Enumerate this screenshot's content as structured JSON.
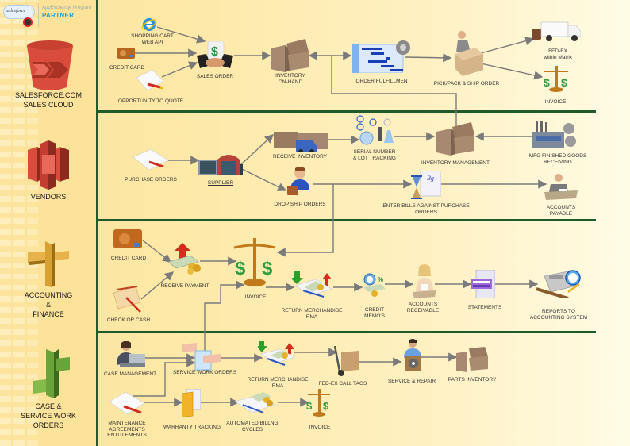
{
  "header": {
    "brand": "salesforce",
    "program": "AppExchange Program",
    "partner": "PARTNER"
  },
  "colors": {
    "lane_border": "#1f5b2a",
    "arrow": "#7a7a7a",
    "partner_blue": "#19a2d8",
    "sales_icon": "#d94c3c",
    "vendors_icon": "#d94c3c",
    "finance_icon": "#d9a032",
    "service_icon": "#6aa33a"
  },
  "lanes": [
    {
      "label_lines": [
        "SALESFORCE.COM",
        "SALES CLOUD"
      ],
      "icon": "bucket-arrows-icon"
    },
    {
      "label_lines": [
        "VENDORS"
      ],
      "icon": "storage-blocks-icon"
    },
    {
      "label_lines": [
        "ACCOUNTING",
        "&",
        "FINANCE"
      ],
      "icon": "signpost-icon"
    },
    {
      "label_lines": [
        "CASE &",
        "SERVICE WORK",
        "ORDERS"
      ],
      "icon": "branching-blocks-icon"
    }
  ],
  "nodes": {
    "shopping_cart": {
      "label": "SHOPPING CART\nWEB API",
      "icon": "internet-explorer-icon"
    },
    "credit_card_sales": {
      "label": "CREDIT CARD",
      "icon": "credit-card-icon"
    },
    "opportunity": {
      "label": "OPPORTUNITY TO QUOTE",
      "icon": "document-pen-icon"
    },
    "sales_order": {
      "label": "SALES ORDER",
      "icon": "handshake-dollar-icon"
    },
    "inventory_on_hand": {
      "label": "INVENTORY\nON-HAND",
      "icon": "boxes-icon"
    },
    "order_fulfillment": {
      "label": "ORDER FULFILLMENT",
      "icon": "gantt-gear-icon"
    },
    "pick_pack": {
      "label": "PICK/PACK & SHIP ORDER",
      "icon": "packer-box-icon"
    },
    "fedex_truck": {
      "label": "FED-EX\nwithin Matrix",
      "icon": "delivery-truck-icon"
    },
    "invoice_sales": {
      "label": "INVOICE",
      "icon": "scales-dollar-icon"
    },
    "purchase_orders": {
      "label": "PURCHASE ORDERS",
      "icon": "document-pen-icon"
    },
    "supplier": {
      "label": "SUPPLIER",
      "icon": "warehouse-icon"
    },
    "receive_inventory": {
      "label": "RECEIVE INVENTORY",
      "icon": "truck-boxes-icon"
    },
    "serial_number": {
      "label": "SERIAL NUMBER\n& LOT TRACKING",
      "icon": "lab-molecule-icon"
    },
    "inventory_management": {
      "label": "INVENTORY MANAGEMENT",
      "icon": "boxes-icon"
    },
    "mfg_finished": {
      "label": "MFG FINISHED GOODS\nRECEIVING",
      "icon": "factory-gears-icon"
    },
    "drop_ship": {
      "label": "DROP SHIP ORDERS",
      "icon": "person-wallet-icon"
    },
    "enter_bills": {
      "label": "ENTER BILLS AGAINST PURCHASE\nORDERS",
      "icon": "hourglass-document-icon"
    },
    "accounts_payable": {
      "label": "ACCOUNTS\nPAYABLE",
      "icon": "accountant-desk-icon"
    },
    "credit_card_fin": {
      "label": "CREDIT CARD",
      "icon": "credit-card-icon"
    },
    "check_cash": {
      "label": "CHECK OR CASH",
      "icon": "check-pen-icon"
    },
    "receive_payment": {
      "label": "RECEIVE PAYMENT",
      "icon": "cash-up-arrow-icon"
    },
    "invoice_fin": {
      "label": "INVOICE",
      "icon": "scales-dollar-icon"
    },
    "rma_fin": {
      "label": "RETURN MERCHANDISE\nRMA",
      "icon": "cash-return-icon"
    },
    "credit_memo": {
      "label": "CREDIT\nMEMO'S",
      "icon": "clock-cash-percent-icon"
    },
    "accounts_receivable": {
      "label": "ACCOUNTS\nRECEIVABLE",
      "icon": "clerk-woman-icon"
    },
    "statements": {
      "label": "STATEMENTS",
      "icon": "statement-document-icon"
    },
    "reports": {
      "label": "REPORTS TO\nACCOUNTING SYSTEM",
      "icon": "calculator-clock-icon"
    },
    "case_management": {
      "label": "CASE MANAGEMENT",
      "icon": "support-agent-icon"
    },
    "service_work_orders": {
      "label": "SERVICE WORK ORDERS",
      "icon": "hands-document-icon"
    },
    "rma_service": {
      "label": "RETURN MERCHANDISE\nRMA",
      "icon": "cash-return-icon"
    },
    "fedex_call_tags": {
      "label": "FED-EX CALL TAGS",
      "icon": "hand-truck-icon"
    },
    "service_repair": {
      "label": "SERVICE & REPAIR",
      "icon": "technician-gear-icon"
    },
    "parts_inventory": {
      "label": "PARTS INVENTORY",
      "icon": "boxes-icon"
    },
    "maintenance": {
      "label": "MAINTENANCE\nAGREEMENTS\nENTITLEMENTS",
      "icon": "document-pen-icon"
    },
    "warranty": {
      "label": "WARRANTY TRACKING",
      "icon": "folder-icon"
    },
    "auto_billing": {
      "label": "AUTOMATED BILLNG\nCYCLES",
      "icon": "billing-cash-icon"
    },
    "invoice_service": {
      "label": "INVOICE",
      "icon": "scales-dollar-icon"
    }
  }
}
